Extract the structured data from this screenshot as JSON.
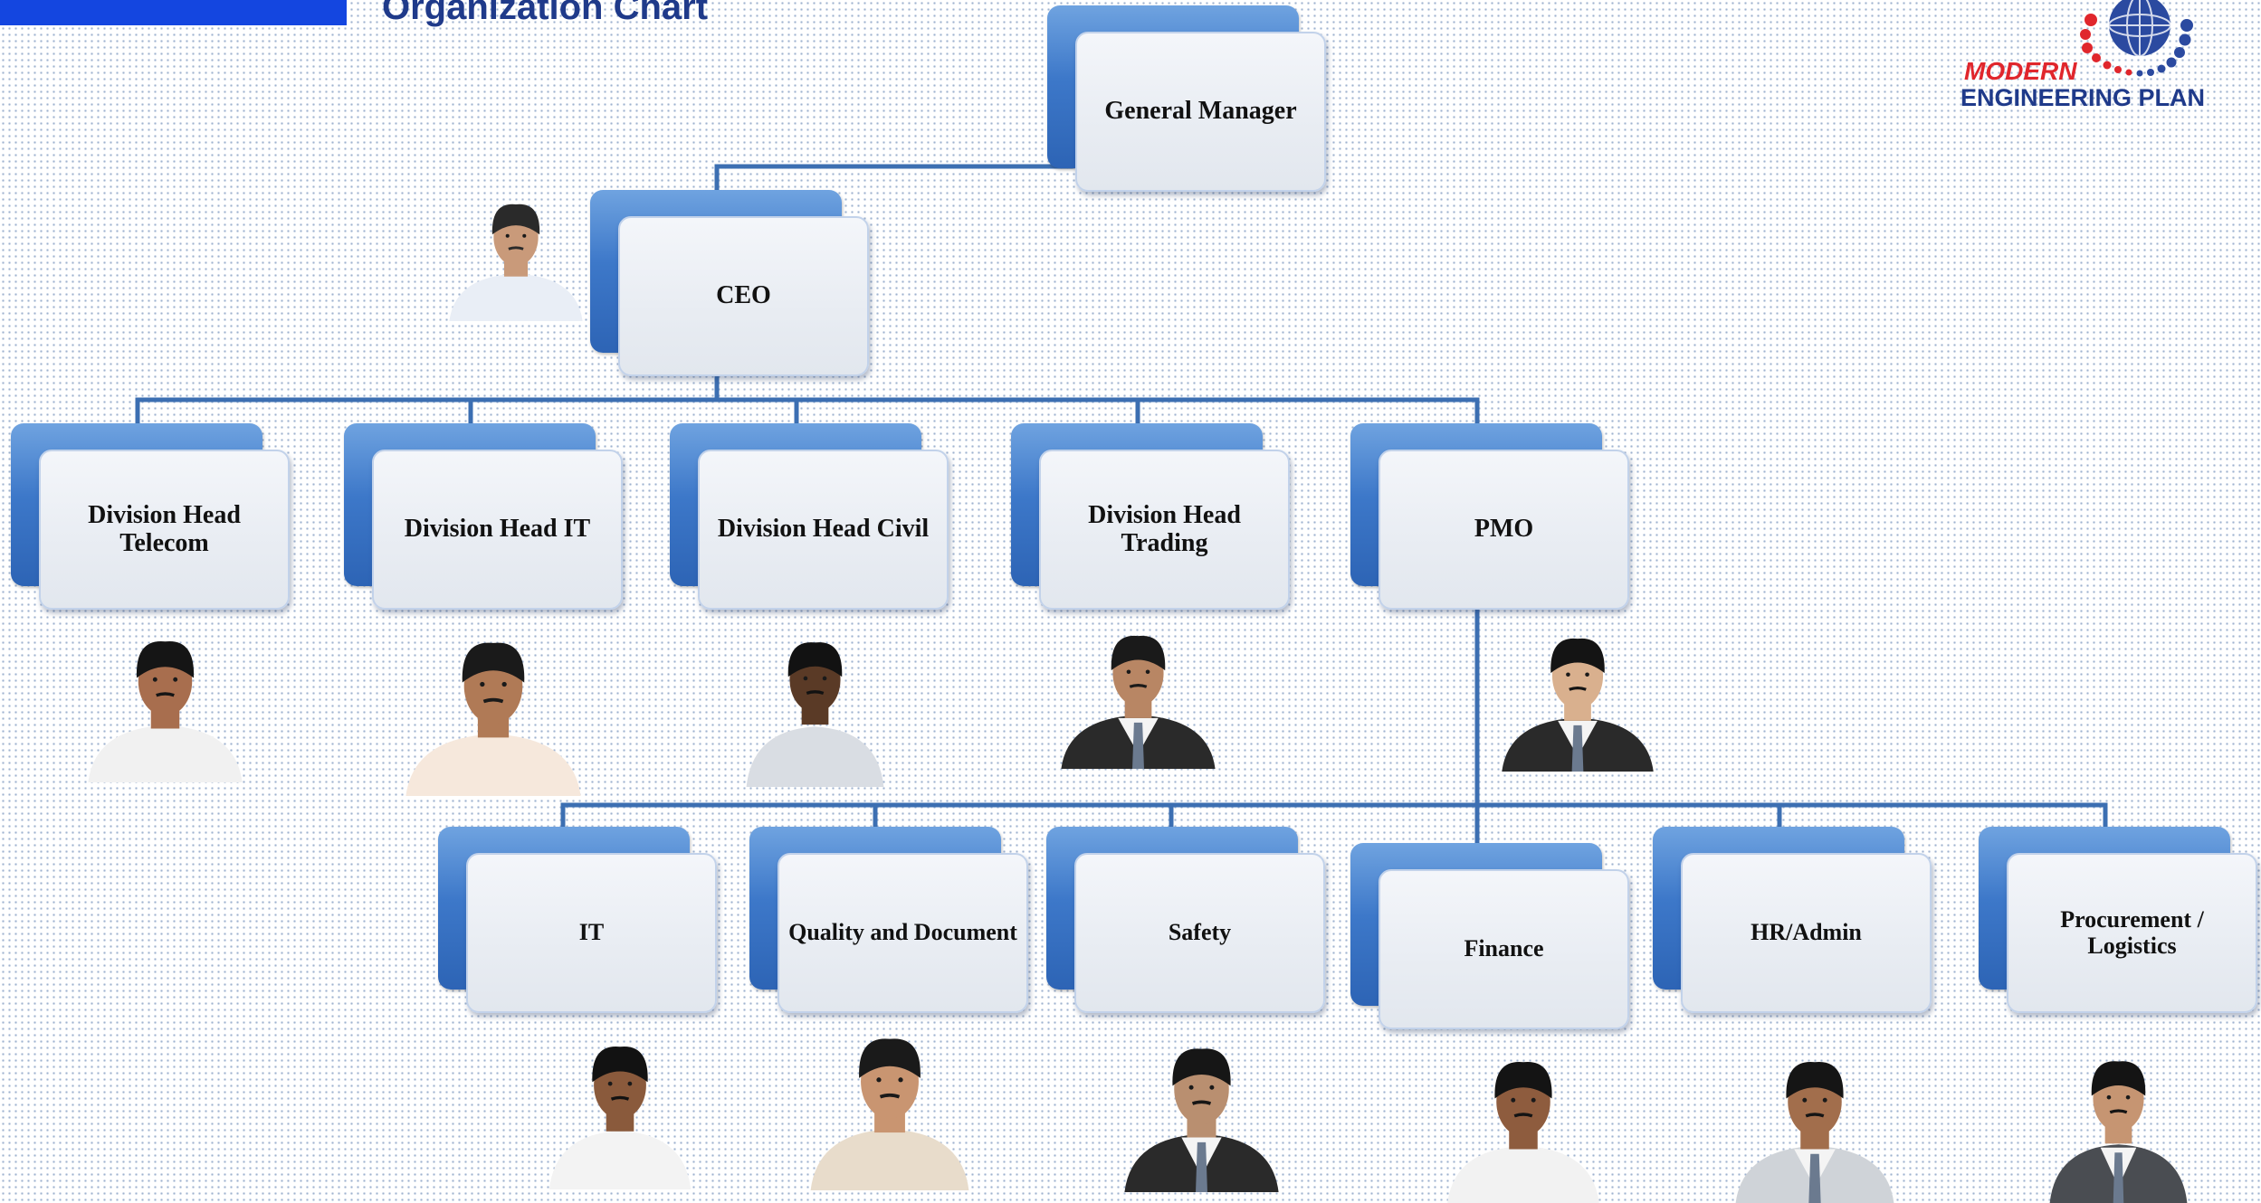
{
  "header": {
    "title": "Organization Chart",
    "logo_line1": "MODERN",
    "logo_line2": "ENGINEERING PLAN"
  },
  "colors": {
    "accent_bar": "#1446e0",
    "title": "#1f3a8a",
    "connector": "#3c6fb2",
    "logo_red": "#e0262c",
    "logo_blue": "#1f3a8a"
  },
  "nodes": {
    "general_manager": "General Manager",
    "ceo": "CEO",
    "div_telecom": "Division Head Telecom",
    "div_it": "Division Head IT",
    "div_civil": "Division Head Civil",
    "div_trading": "Division Head Trading",
    "pmo": "PMO",
    "it": "IT",
    "quality_document": "Quality and Document",
    "safety": "Safety",
    "finance": "Finance",
    "hr_admin": "HR/Admin",
    "procurement_logistics": "Procurement / Logistics"
  },
  "photos": [
    {
      "id": "ceo",
      "skin": "#c99a7a",
      "hair": "#2a2a2a",
      "shirt": "#e9eef6",
      "suit": false
    },
    {
      "id": "div_telecom",
      "skin": "#a86e4e",
      "hair": "#151515",
      "shirt": "#f1f1f1",
      "suit": false
    },
    {
      "id": "div_it",
      "skin": "#b07a56",
      "hair": "#1a1a1a",
      "shirt": "#f6e8dc",
      "suit": false
    },
    {
      "id": "div_civil",
      "skin": "#5a3a26",
      "hair": "#121212",
      "shirt": "#d9dde3",
      "suit": false
    },
    {
      "id": "div_trading",
      "skin": "#b88664",
      "hair": "#1a1a1a",
      "shirt": "#2a2a2a",
      "suit": true
    },
    {
      "id": "pmo",
      "skin": "#d9b08e",
      "hair": "#141414",
      "shirt": "#2a2a2a",
      "suit": true
    },
    {
      "id": "it",
      "skin": "#8a5a3c",
      "hair": "#121212",
      "shirt": "#f3f3f3",
      "suit": false
    },
    {
      "id": "quality_document",
      "skin": "#c99571",
      "hair": "#1a1a1a",
      "shirt": "#e8dccb",
      "suit": false
    },
    {
      "id": "safety",
      "skin": "#b98f70",
      "hair": "#161616",
      "shirt": "#2a2a2a",
      "suit": true
    },
    {
      "id": "finance",
      "skin": "#8e5c3e",
      "hair": "#141414",
      "shirt": "#f2f2f2",
      "suit": false
    },
    {
      "id": "hr_admin",
      "skin": "#a26e4c",
      "hair": "#151515",
      "shirt": "#cfd3d8",
      "suit": true
    },
    {
      "id": "procurement_logistics",
      "skin": "#c69572",
      "hair": "#141414",
      "shirt": "#4a4d52",
      "suit": true
    }
  ]
}
